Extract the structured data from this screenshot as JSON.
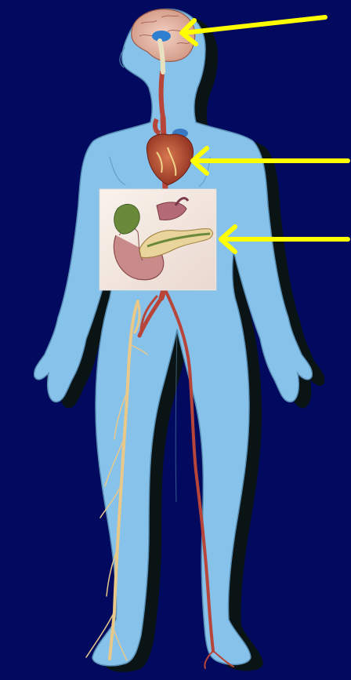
{
  "colors": {
    "background": "#010a5e",
    "body_fill": "#86c2ea",
    "body_shadow": "#0b1414",
    "body_outline": "#5a8fb6",
    "arrow": "#ffff00",
    "artery": "#b8453a",
    "nerve": "#e9c98a",
    "brain": "#e8b9a6",
    "heart": "#a8432d",
    "inset_background": "#ffffff"
  },
  "figure": {
    "subject": "human-body",
    "organs_highlighted": [
      "brain",
      "heart",
      "pancreas"
    ],
    "arrow_count": 3
  }
}
